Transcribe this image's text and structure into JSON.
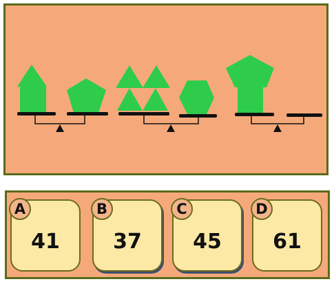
{
  "puzzle": {
    "shape_color": "#2ecc4a",
    "scale_color": "#111111",
    "scales": [
      {
        "left": [
          "triangle",
          "square"
        ],
        "right": [
          "pentagon"
        ]
      },
      {
        "left": [
          "triangle",
          "triangle",
          "triangle",
          "triangle"
        ],
        "right": [
          "hexagon"
        ]
      },
      {
        "left": [
          "pentagon",
          "square"
        ],
        "right": []
      }
    ]
  },
  "options": [
    {
      "letter": "A",
      "value": "41"
    },
    {
      "letter": "B",
      "value": "37"
    },
    {
      "letter": "C",
      "value": "45"
    },
    {
      "letter": "D",
      "value": "61"
    }
  ]
}
